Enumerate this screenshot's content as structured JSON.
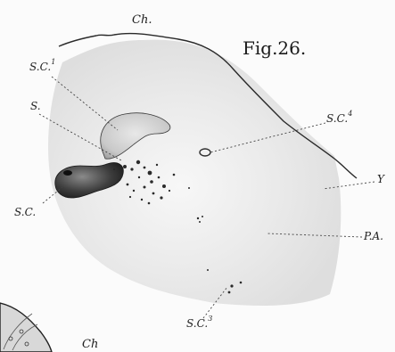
{
  "figure": {
    "title": "Fig.26."
  },
  "labels": {
    "ch_top": "Ch.",
    "ch_bottom": "Ch",
    "sc1_base": "S.C.",
    "sc1_sup": "1",
    "s": "S.",
    "sc4_base": "S.C.",
    "sc4_sup": "4",
    "y": "Y",
    "sc": "S.C.",
    "pa": "P.A.",
    "sc3_base": "S.C.",
    "sc3_sup": "3"
  }
}
